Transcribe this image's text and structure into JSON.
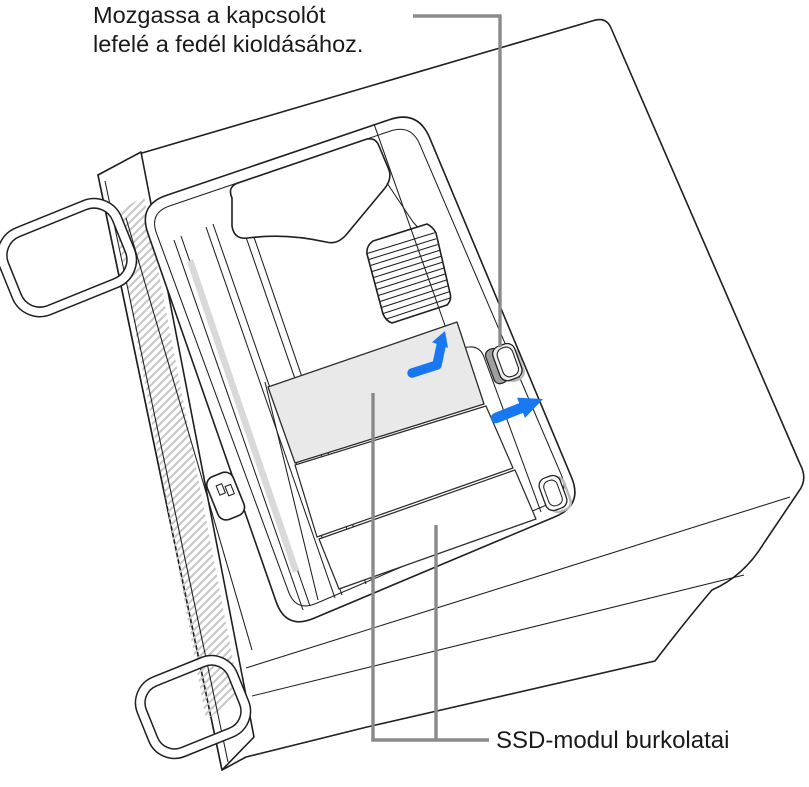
{
  "figure": {
    "top_callout": "Mozgassa a kapcsolót\nlefelé a fedél kioldásához.",
    "bottom_callout": "SSD-modul burkolatai"
  },
  "icons": {
    "release_arrow": "bent-arrow-up-right",
    "slide_arrow": "arrow-right"
  },
  "colors": {
    "background": "#ffffff",
    "text": "#1a1a1a",
    "line": "#1f1f1f",
    "callout": "#8a8a8a",
    "accent": "#1778f2",
    "highlight": "#e9e9e9"
  }
}
